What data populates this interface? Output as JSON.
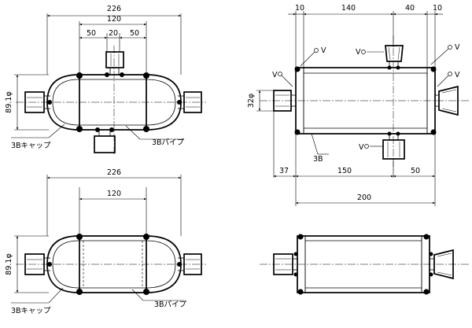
{
  "views": {
    "top_left": {
      "dim_overall": "226",
      "dim_inner": "120",
      "dim_seg_a": "50",
      "dim_seg_b": "20",
      "dim_seg_c": "50",
      "dim_diameter": "89.1φ",
      "callout_cap": "3Bキャップ",
      "callout_pipe": "3Bパイプ"
    },
    "top_right": {
      "dim_top_a": "10",
      "dim_top_b": "140",
      "dim_top_c": "40",
      "dim_top_d": "10",
      "dim_bore": "32φ",
      "callout_pipe": "3B",
      "dim_bottom_a": "37",
      "dim_bottom_b": "150",
      "dim_bottom_c": "50",
      "dim_total": "200",
      "weld_symbol": "V"
    },
    "bottom_left": {
      "dim_overall": "226",
      "dim_inner": "120",
      "dim_diameter": "89.1φ",
      "callout_cap": "3Bキャップ",
      "callout_pipe": "3Bパイプ"
    }
  }
}
